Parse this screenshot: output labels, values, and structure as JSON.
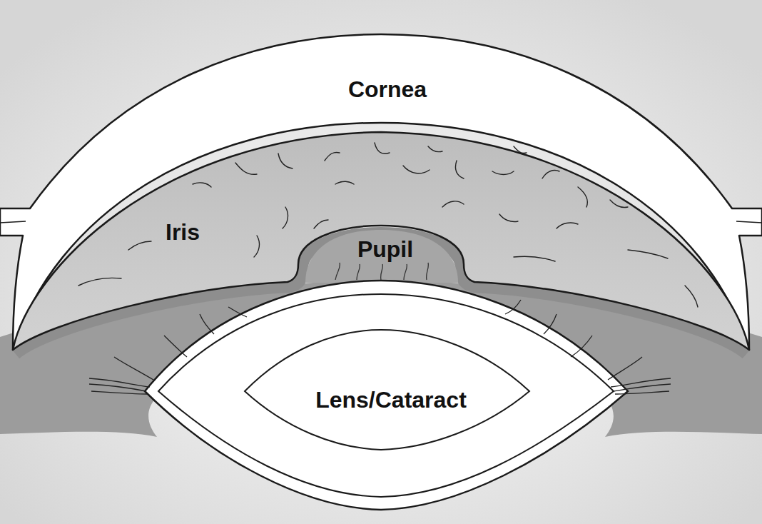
{
  "diagram": {
    "labels": [
      "Cornea",
      "Iris",
      "Pupil",
      "Lens/Cataract"
    ]
  }
}
